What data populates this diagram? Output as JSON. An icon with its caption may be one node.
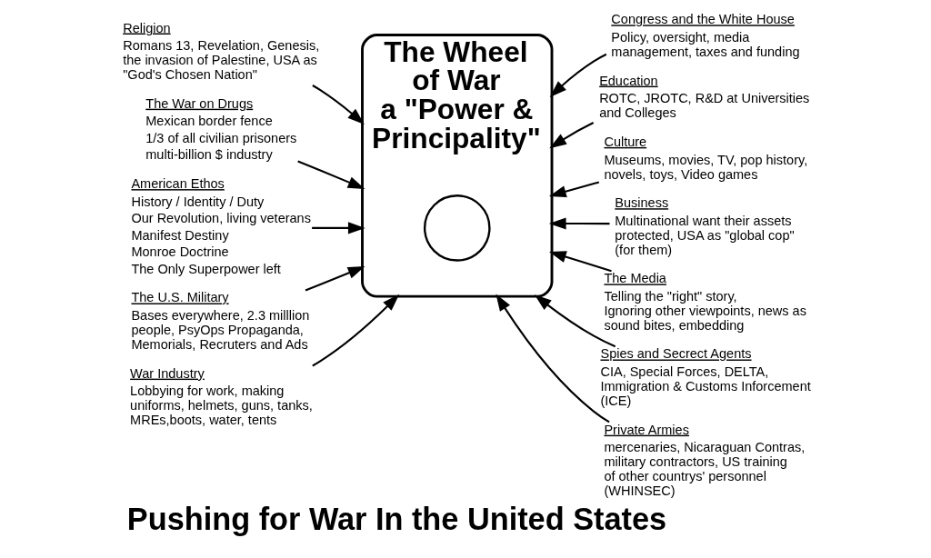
{
  "diagram": {
    "title": "Pushing for War In the United States",
    "nodes": [
      {
        "text": [
          "The Wheel of War",
          "a \"Power & Principality\""
        ]
      },
      {
        "text": [],
        "shape": "circle",
        "in": 0
      },
      {
        "text": [
          "Congress and the White House",
          "Policy, oversight, media management, taxes and funding"
        ]
      },
      {
        "text": [
          "Religion",
          "Romans 13, Revelation, Genesis, the invasion of Palestine, USA as \"God's Chosen Nation\""
        ]
      },
      {
        "text": [
          "Education",
          "ROTC, JROTC, R&D at Universities and Colleges"
        ]
      },
      {
        "text": [
          "Culture",
          "Museums, movies, TV, pop history, novels, toys, Video games"
        ]
      },
      {
        "text": [
          "The War on Drugs",
          "Mexican border fence",
          "1/3 of all civilian prisoners",
          "multi-billion $ industry"
        ]
      },
      {
        "text": [
          "Business",
          "Multinational want their assets protected, USA as \"global cop\" (for them)"
        ]
      },
      {
        "text": [
          "American Ethos",
          "History / Identity / Duty",
          "Our Revolution, living veterans",
          "Manifest Destiny",
          "Monroe Doctrine",
          "The Only Superpower left"
        ]
      },
      {
        "text": [
          "The Media",
          "Telling the \"right\" story, Ignoring other viewpoints, news as sound bites, embedding"
        ]
      },
      {
        "text": [
          "Spies and Secrect Agents",
          "CIA, Special Forces, DELTA, Immigration & Customs Inforcement (ICE)"
        ]
      },
      {
        "text": [
          "The U.S. Military",
          "Bases everywhere, 2.3 milllion people, PsyOps Propaganda, Memorials, Recruters and Ads"
        ]
      },
      {
        "text": [
          "Private Armies",
          "mercenaries, Nicaraguan Contras, military contractors, US training of other countrys' personnel (WHINSEC)"
        ]
      },
      {
        "text": [
          "War Industry",
          "Lobbying for work, making uniforms, helmets, guns, tanks, MREs,boots, water, tents"
        ]
      }
    ],
    "edges": [
      {
        "from": 2,
        "to": 0,
        "arrow": "to"
      },
      {
        "from": 3,
        "to": 0,
        "arrow": "to"
      },
      {
        "from": 4,
        "to": 0,
        "arrow": "to"
      },
      {
        "from": 5,
        "to": 0,
        "arrow": "to"
      },
      {
        "from": 6,
        "to": 0,
        "arrow": "to"
      },
      {
        "from": 7,
        "to": 0,
        "arrow": "to"
      },
      {
        "from": 8,
        "to": 0,
        "arrow": "to"
      },
      {
        "from": 9,
        "to": 0,
        "arrow": "to"
      },
      {
        "from": 10,
        "to": 0,
        "arrow": "to"
      },
      {
        "from": 11,
        "to": 0,
        "arrow": "to"
      },
      {
        "from": 12,
        "to": 0,
        "arrow": "to"
      },
      {
        "from": 13,
        "to": 0,
        "arrow": "to"
      }
    ]
  }
}
